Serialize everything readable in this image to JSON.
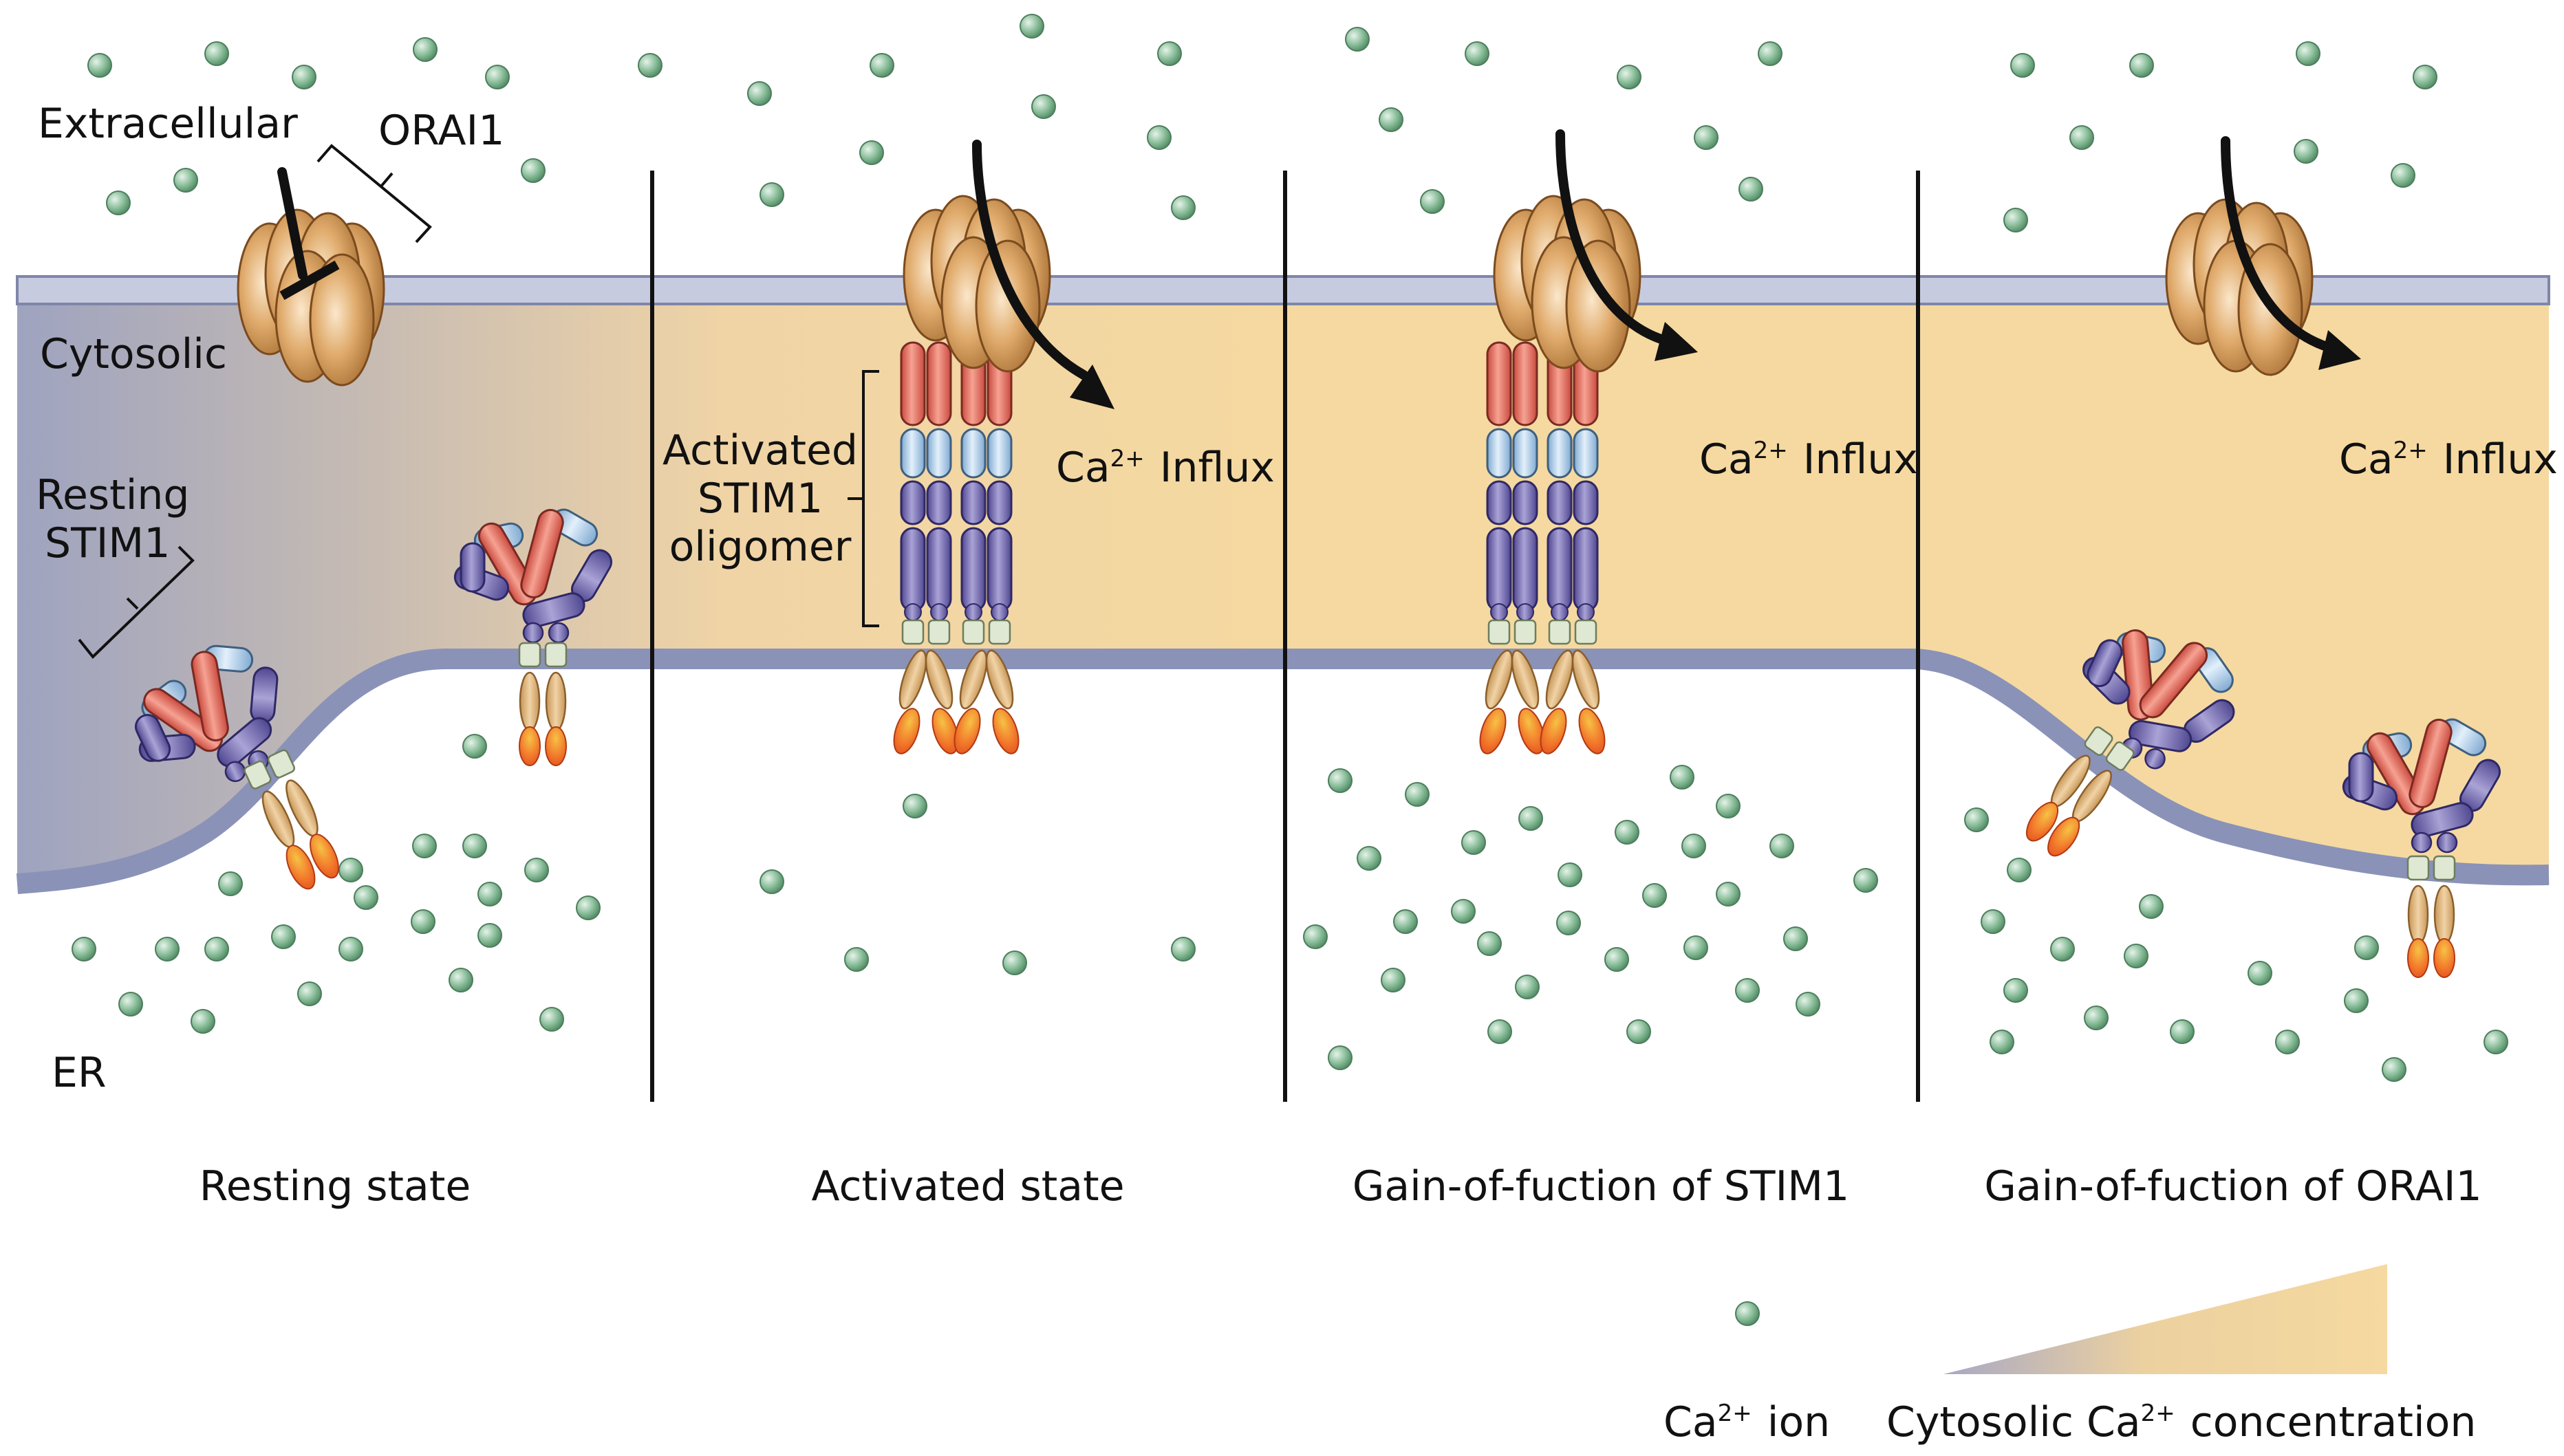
{
  "labels": {
    "extracellular": "Extracellular",
    "orai1": "ORAI1",
    "cytosolic": "Cytosolic",
    "resting_stim1_line1": "Resting",
    "resting_stim1_line2": "STIM1",
    "activated_line1": "Activated",
    "activated_line2": "STIM1",
    "activated_line3": "oligomer",
    "er": "ER",
    "influx_ca": "Ca",
    "influx_sup": "2+",
    "influx_word": "Influx"
  },
  "panels": [
    {
      "title": "Resting state"
    },
    {
      "title": "Activated state"
    },
    {
      "title": "Gain-of-fuction of STIM1"
    },
    {
      "title": "Gain-of-fuction of ORAI1"
    }
  ],
  "legend": {
    "ion_ca": "Ca",
    "ion_sup": "2+",
    "ion_word": "ion",
    "gradient_prefix": "Cytosolic Ca",
    "gradient_sup": "2+",
    "gradient_suffix": "concentration"
  },
  "colors": {
    "cytosol": "#f5d9a0",
    "cytosol_low": "#9ea3bf",
    "er_membrane": "#8a92b8",
    "plasma_membrane": "#c6cbe0",
    "ion": "#84b394",
    "orai": "#d9a466",
    "stim_red": "#e56b5a",
    "stim_lightblue": "#a9cbe8",
    "stim_purple": "#7c70b0"
  },
  "icons": [
    "ca-ion-icon",
    "orai1-channel-icon",
    "stim1-oligomer-icon",
    "resting-stim1-icon",
    "influx-arrow-icon"
  ]
}
